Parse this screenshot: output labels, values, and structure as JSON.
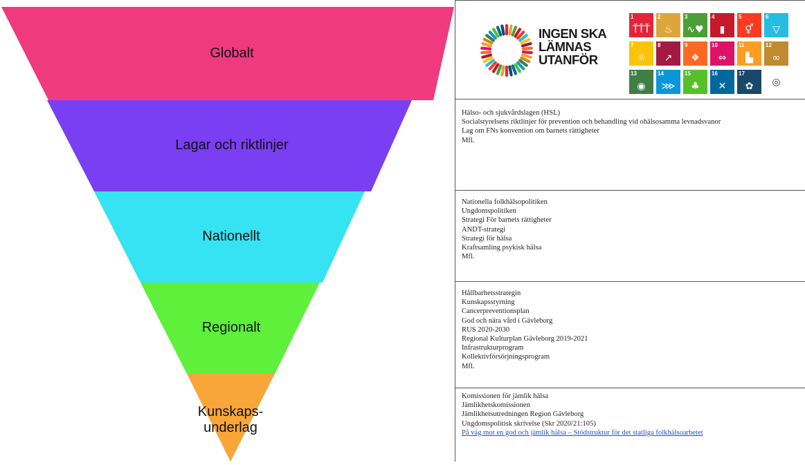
{
  "pyramid": {
    "layers": [
      {
        "label": "Globalt",
        "color": "#ef3a7f"
      },
      {
        "label": "Lagar och riktlinjer",
        "color": "#7a3ff2"
      },
      {
        "label": "Nationellt",
        "color": "#36e3f2"
      },
      {
        "label": "Regionalt",
        "color": "#5ef03b"
      },
      {
        "label": "Kunskaps-\nunderlag",
        "color": "#f8a63a"
      }
    ]
  },
  "sdg": {
    "title": "INGEN SKA\nLÄMNAS\nUTANFÖR",
    "tiles": [
      {
        "num": "1",
        "color": "#e5243b",
        "icon": "people-icon",
        "glyph": "ŤŤŤ"
      },
      {
        "num": "2",
        "color": "#dda63a",
        "icon": "bowl-icon",
        "glyph": "♨"
      },
      {
        "num": "3",
        "color": "#4c9f38",
        "icon": "heartbeat-icon",
        "glyph": "∿♥"
      },
      {
        "num": "4",
        "color": "#c5192d",
        "icon": "book-icon",
        "glyph": "▮"
      },
      {
        "num": "5",
        "color": "#ff3a21",
        "icon": "gender-icon",
        "glyph": "⚥"
      },
      {
        "num": "6",
        "color": "#26bde2",
        "icon": "water-icon",
        "glyph": "▽"
      },
      {
        "num": "7",
        "color": "#fcc30b",
        "icon": "sun-icon",
        "glyph": "☼"
      },
      {
        "num": "8",
        "color": "#a21942",
        "icon": "growth-chart-icon",
        "glyph": "↗"
      },
      {
        "num": "9",
        "color": "#fd6925",
        "icon": "cubes-icon",
        "glyph": "❖"
      },
      {
        "num": "10",
        "color": "#dd1367",
        "icon": "equality-icon",
        "glyph": "⇔"
      },
      {
        "num": "11",
        "color": "#fd9d24",
        "icon": "city-icon",
        "glyph": "▙"
      },
      {
        "num": "12",
        "color": "#bf8b2e",
        "icon": "infinity-icon",
        "glyph": "∞"
      },
      {
        "num": "13",
        "color": "#3f7e44",
        "icon": "eye-globe-icon",
        "glyph": "◉"
      },
      {
        "num": "14",
        "color": "#0a97d9",
        "icon": "fish-icon",
        "glyph": "⋙"
      },
      {
        "num": "15",
        "color": "#56c02b",
        "icon": "tree-icon",
        "glyph": "♣"
      },
      {
        "num": "16",
        "color": "#00689d",
        "icon": "dove-icon",
        "glyph": "✕"
      },
      {
        "num": "17",
        "color": "#19486a",
        "icon": "partnership-icon",
        "glyph": "✿"
      },
      {
        "num": "",
        "color": "#ffffff",
        "icon": "global-goals-logo-icon",
        "glyph": "◎"
      }
    ]
  },
  "cells": [
    {
      "lines": [
        "Hälso- och sjukvårdslagen (HSL)",
        "Socialstyrelsens riktlinjer  för prevention och behandling vid ohälsosamma levnadsvanor",
        "Lag om FNs konvention om barnets rättigheter",
        "Mfl."
      ]
    },
    {
      "lines": [
        "Nationella folkhälsopolitiken",
        "Ungdomspolitiken",
        "Strategi För barnets rättigheter",
        "ANDT-strategi",
        "Strategi för hälsa",
        "Kraftsamling psykisk hälsa",
        "Mfl."
      ]
    },
    {
      "lines": [
        "Hållbarhetsstrategin",
        "Kunskapsstyrning",
        "Cancerpreventionsplan",
        "God och nära vård i Gävleborg",
        "RUS 2020-2030",
        "Regional Kulturplan Gävleborg 2019-2021",
        "Infrastrukturprogram",
        "Kollektivförsörjningsprogram",
        "Mfl."
      ]
    },
    {
      "lines": [
        "Komissionen för jämlik hälsa",
        "Jämlikhetskomissionen",
        "Jämlikhetsutredningen Region Gävleborg",
        "Ungdomspolitisk  skrivelse (Skr 2020/21:105)"
      ],
      "link": "På väg mot en god och jämlik hälsa – Stödstruktur för det statliga folkhälsoarbetet"
    }
  ]
}
